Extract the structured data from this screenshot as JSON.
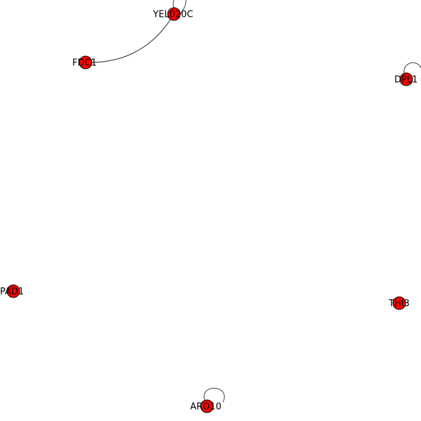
{
  "graph": {
    "nodes": [
      {
        "id": "YEL020C",
        "label": "YEL020C"
      },
      {
        "id": "FDC1",
        "label": "FDC1"
      },
      {
        "id": "DPL1",
        "label": "DPL1"
      },
      {
        "id": "PAD1",
        "label": "PAD1"
      },
      {
        "id": "THI3",
        "label": "THI3"
      },
      {
        "id": "ARO10",
        "label": "ARO10"
      }
    ],
    "edges": [
      {
        "source": "FDC1",
        "target": "YEL020C"
      },
      {
        "source": "YEL020C",
        "target": "FDC1"
      },
      {
        "source": "YEL020C",
        "target": "YEL020C"
      },
      {
        "source": "DPL1",
        "target": "DPL1"
      },
      {
        "source": "ARO10",
        "target": "ARO10"
      }
    ],
    "colors": {
      "node_fill": "#ff0000",
      "node_stroke": "#000000",
      "edge_stroke": "#404040",
      "background": "#ffffff",
      "label": "#000000"
    }
  }
}
